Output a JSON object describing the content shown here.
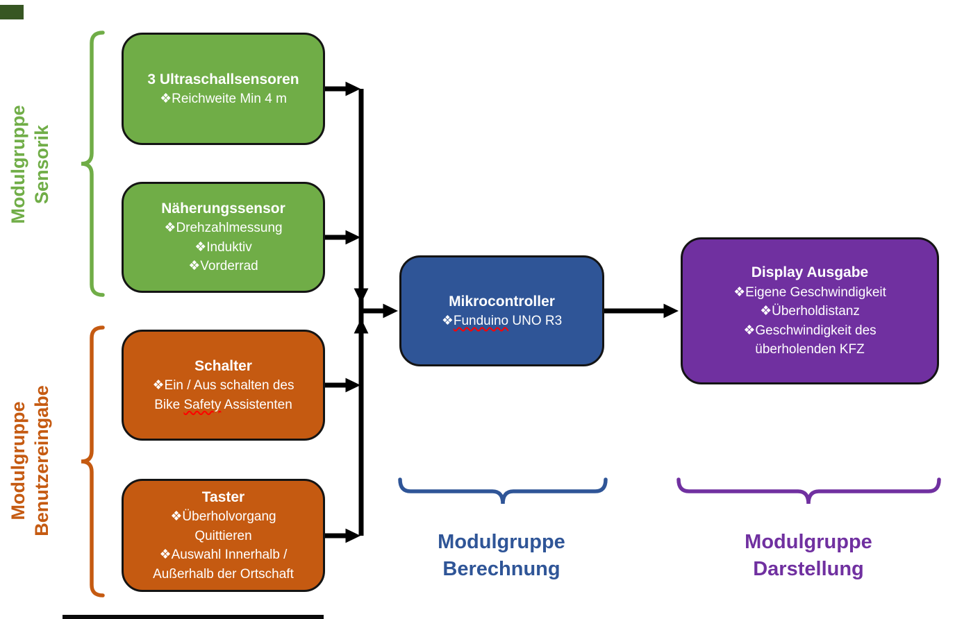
{
  "diagram": {
    "boxes": {
      "ultraschall": {
        "title": "3 Ultraschallsensoren",
        "lines": [
          "❖Reichweite Min 4 m"
        ]
      },
      "naeherung": {
        "title": "Näherungssensor",
        "lines": [
          "❖Drehzahlmessung",
          "❖Induktiv",
          "❖Vorderrad"
        ]
      },
      "schalter": {
        "title": "Schalter",
        "line1": "❖Ein / Aus schalten des",
        "line2": {
          "pre": "Bike ",
          "misspelled": "Safety",
          "post": " Assistenten"
        }
      },
      "taster": {
        "title": "Taster",
        "lines": [
          "❖Überholvorgang",
          "Quittieren",
          "❖Auswahl Innerhalb /",
          "Außerhalb der Ortschaft"
        ]
      },
      "mikrocontroller": {
        "title": "Mikrocontroller",
        "line": {
          "bullet": "❖",
          "misspelled": "Funduino",
          "rest": " UNO R3"
        }
      },
      "display": {
        "title": "Display Ausgabe",
        "lines": [
          "❖Eigene Geschwindigkeit",
          "❖Überholdistanz",
          "❖Geschwindigkeit des",
          "überholenden KFZ"
        ]
      }
    },
    "groups": {
      "sensorik": "Modulgruppe\nSensorik",
      "benutzereingabe": "Modulgruppe\nBenutzereingabe",
      "berechnung": "Modulgruppe\nBerechnung",
      "darstellung": "Modulgruppe\nDarstellung"
    },
    "colors": {
      "sensor_green": "#70AD47",
      "input_orange": "#C55A11",
      "compute_blue": "#2F5597",
      "display_purple": "#7030A0",
      "arrow_black": "#000000",
      "spellcheck_red": "#FF0000",
      "corner_dark_green": "#375623"
    }
  }
}
